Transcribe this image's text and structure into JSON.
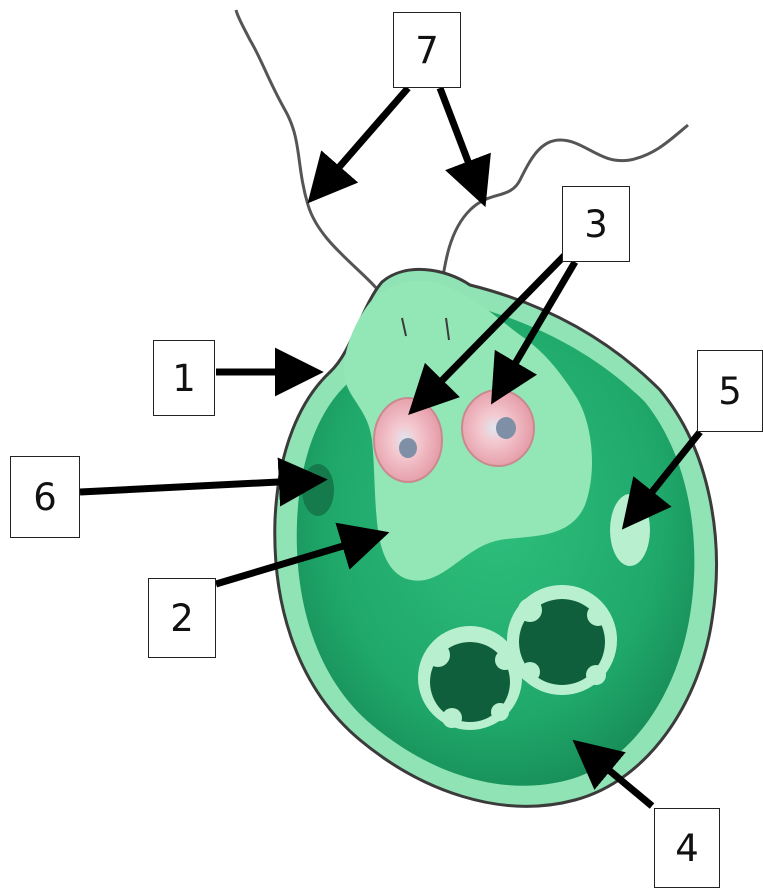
{
  "labels": {
    "l1": "1",
    "l2": "2",
    "l3": "3",
    "l4": "4",
    "l5": "5",
    "l6": "6",
    "l7": "7"
  },
  "colors": {
    "cell_outline": "#3b3b3b",
    "cell_rim": "#8fe3b4",
    "cytoplasm": "#1fa86a",
    "anterior_region": "#93e6b6",
    "pale_body": "#b8f0cf",
    "dark_body": "#0f5f3c",
    "eye_ring": "#e9a0a8",
    "eye_center": "#7f8fa6",
    "arrow": "#000000",
    "flagellum": "#555555"
  }
}
